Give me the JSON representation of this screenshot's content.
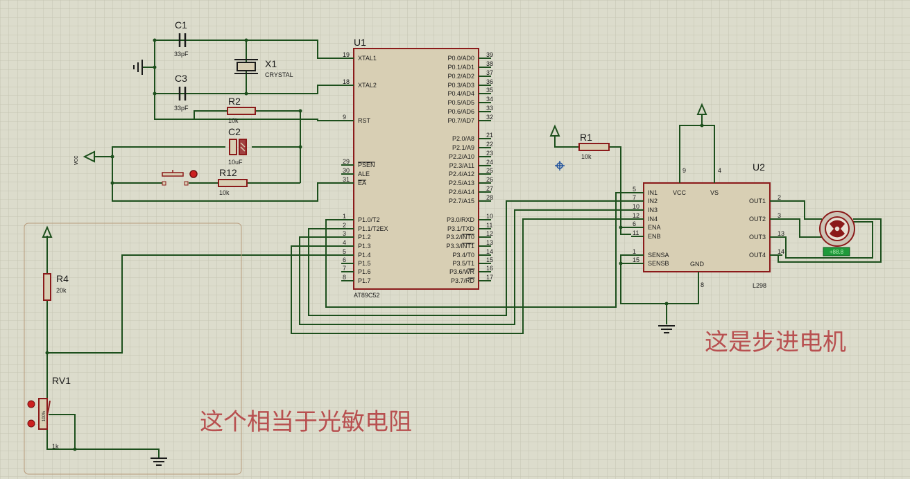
{
  "u1": {
    "ref": "U1",
    "part": "AT89C52",
    "left_pins": [
      {
        "num": "19",
        "name": "XTAL1"
      },
      {
        "num": "18",
        "name": "XTAL2"
      },
      {
        "num": "9",
        "name": "RST"
      },
      {
        "num": "29",
        "name": "PSEN"
      },
      {
        "num": "30",
        "name": "ALE"
      },
      {
        "num": "31",
        "name": "EA"
      },
      {
        "num": "1",
        "name": "P1.0/T2"
      },
      {
        "num": "2",
        "name": "P1.1/T2EX"
      },
      {
        "num": "3",
        "name": "P1.2"
      },
      {
        "num": "4",
        "name": "P1.3"
      },
      {
        "num": "5",
        "name": "P1.4"
      },
      {
        "num": "6",
        "name": "P1.5"
      },
      {
        "num": "7",
        "name": "P1.6"
      },
      {
        "num": "8",
        "name": "P1.7"
      }
    ],
    "right_pins": [
      {
        "num": "39",
        "name": "P0.0/AD0"
      },
      {
        "num": "38",
        "name": "P0.1/AD1"
      },
      {
        "num": "37",
        "name": "P0.2/AD2"
      },
      {
        "num": "36",
        "name": "P0.3/AD3"
      },
      {
        "num": "35",
        "name": "P0.4/AD4"
      },
      {
        "num": "34",
        "name": "P0.5/AD5"
      },
      {
        "num": "33",
        "name": "P0.6/AD6"
      },
      {
        "num": "32",
        "name": "P0.7/AD7"
      },
      {
        "num": "21",
        "name": "P2.0/A8"
      },
      {
        "num": "22",
        "name": "P2.1/A9"
      },
      {
        "num": "23",
        "name": "P2.2/A10"
      },
      {
        "num": "24",
        "name": "P2.3/A11"
      },
      {
        "num": "25",
        "name": "P2.4/A12"
      },
      {
        "num": "26",
        "name": "P2.5/A13"
      },
      {
        "num": "27",
        "name": "P2.6/A14"
      },
      {
        "num": "28",
        "name": "P2.7/A15"
      },
      {
        "num": "10",
        "name": "P3.0/RXD"
      },
      {
        "num": "11",
        "name": "P3.1/TXD"
      },
      {
        "num": "12",
        "name": "P3.2/INT0"
      },
      {
        "num": "13",
        "name": "P3.3/INT1"
      },
      {
        "num": "14",
        "name": "P3.4/T0"
      },
      {
        "num": "15",
        "name": "P3.5/T1"
      },
      {
        "num": "16",
        "name": "P3.6/WR"
      },
      {
        "num": "17",
        "name": "P3.7/RD"
      }
    ]
  },
  "u2": {
    "ref": "U2",
    "part": "L298",
    "left_pins": [
      {
        "num": "5",
        "name": "IN1"
      },
      {
        "num": "7",
        "name": "IN2"
      },
      {
        "num": "10",
        "name": "IN3"
      },
      {
        "num": "12",
        "name": "IN4"
      },
      {
        "num": "6",
        "name": "ENA"
      },
      {
        "num": "11",
        "name": "ENB"
      },
      {
        "num": "1",
        "name": "SENSA"
      },
      {
        "num": "15",
        "name": "SENSB"
      }
    ],
    "right_pins": [
      {
        "num": "2",
        "name": "OUT1"
      },
      {
        "num": "3",
        "name": "OUT2"
      },
      {
        "num": "13",
        "name": "OUT3"
      },
      {
        "num": "14",
        "name": "OUT4"
      }
    ],
    "top_pins": [
      {
        "num": "9",
        "name": "VCC"
      },
      {
        "num": "4",
        "name": "VS"
      }
    ],
    "bottom_pins": [
      {
        "num": "8",
        "name": "GND"
      }
    ]
  },
  "components": {
    "c1": {
      "ref": "C1",
      "value": "33pF"
    },
    "c3": {
      "ref": "C3",
      "value": "33pF"
    },
    "x1": {
      "ref": "X1",
      "value": "CRYSTAL"
    },
    "r2": {
      "ref": "R2",
      "value": "10k"
    },
    "c2": {
      "ref": "C2",
      "value": "10uF"
    },
    "r12": {
      "ref": "R12",
      "value": "10k"
    },
    "r1": {
      "ref": "R1",
      "value": "10k"
    },
    "r4": {
      "ref": "R4",
      "value": "20k"
    },
    "rv1": {
      "ref": "RV1",
      "value": "1k",
      "body_text": "100%"
    },
    "vcc_label": "vcc",
    "motor_display": "+88.8"
  },
  "notes": {
    "stepper": "这是步进电机",
    "photoresistor": "这个相当于光敏电阻"
  },
  "colors": {
    "background": "#dcdccc",
    "wire": "#1c4f1c",
    "component_outline": "#8b1a1a",
    "component_fill": "#d8cfb4",
    "note_text": "#b85050"
  }
}
